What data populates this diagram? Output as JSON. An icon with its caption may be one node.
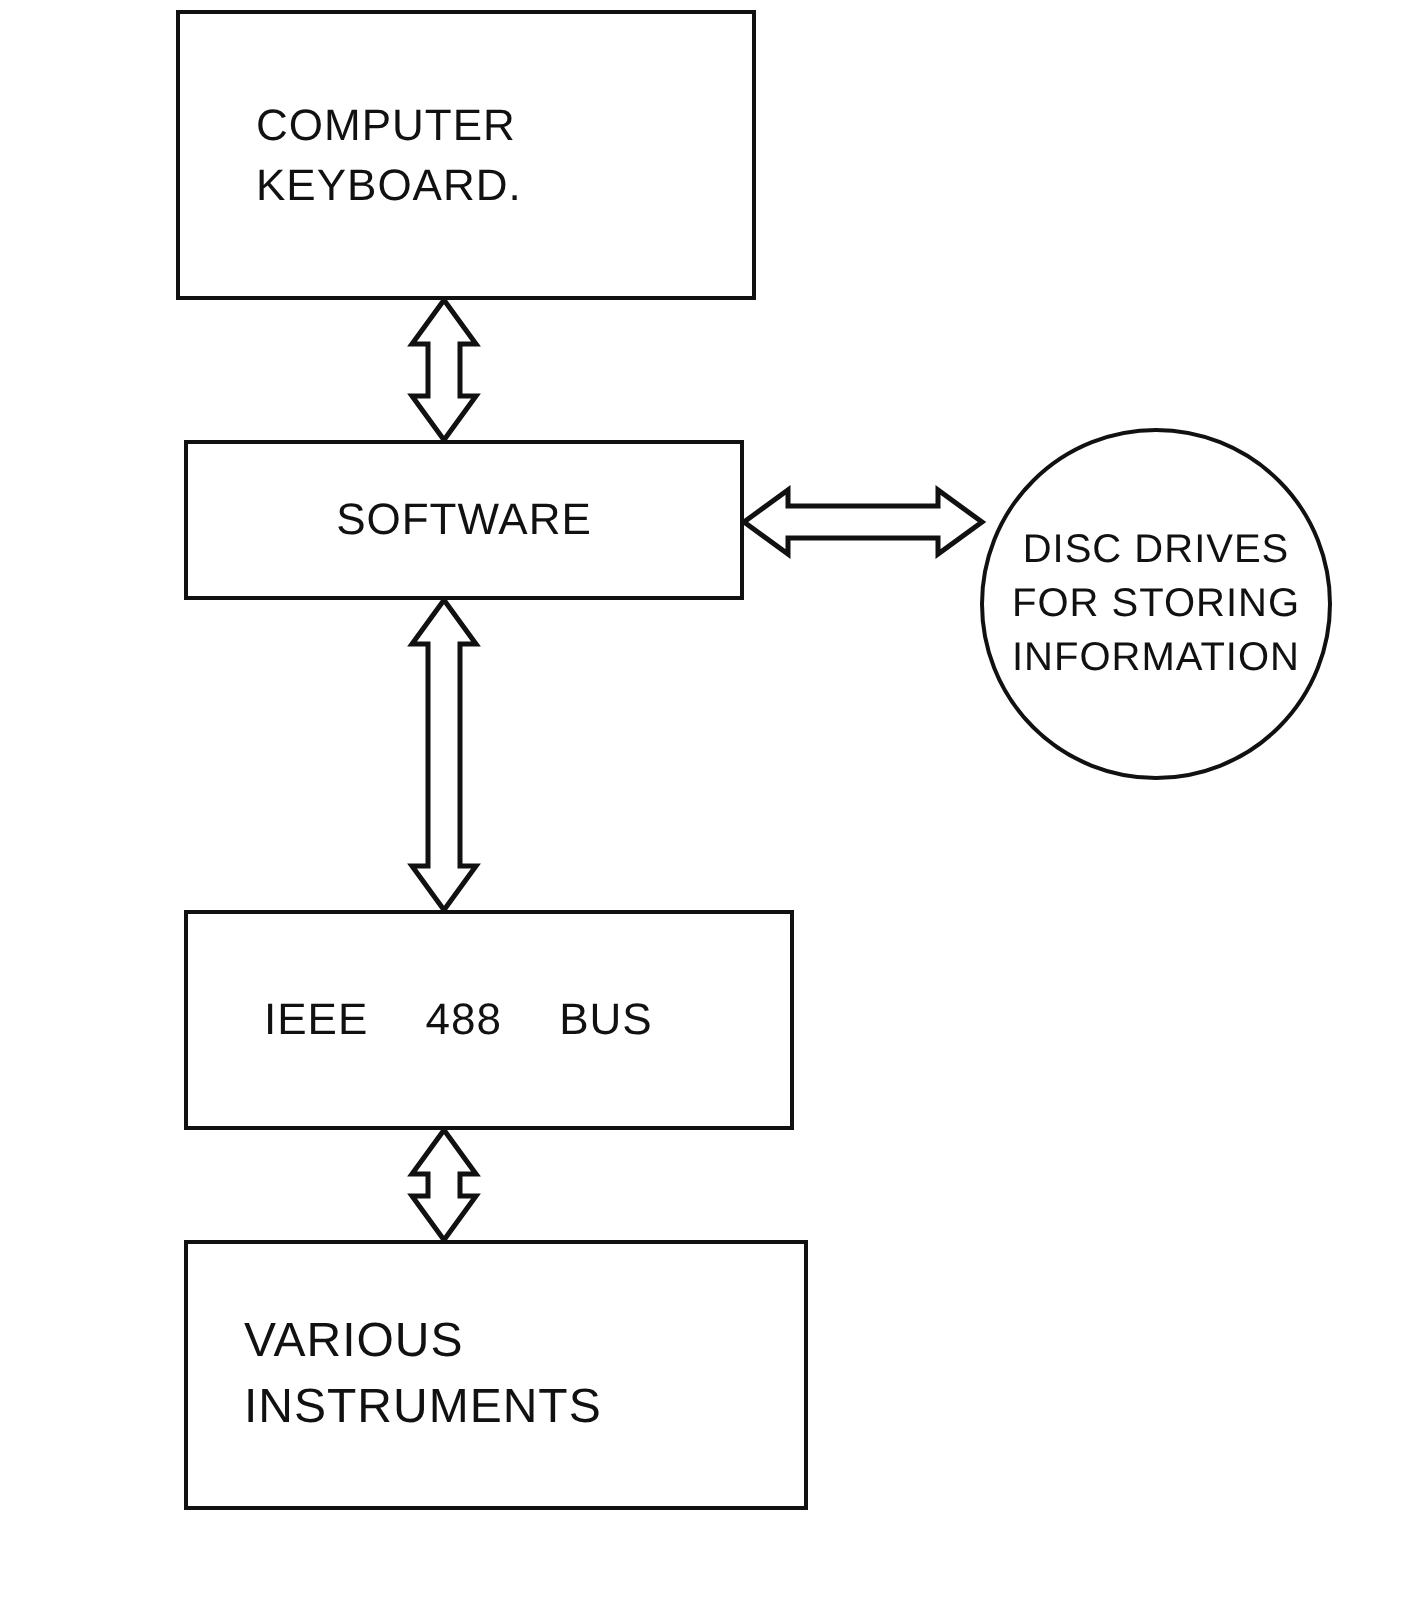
{
  "diagram": {
    "nodes": [
      {
        "text": [
          "COMPUTER KEYBOARD."
        ]
      },
      {
        "text": [
          "SOFTWARE"
        ]
      },
      {
        "text": [
          "DISC DRIVES FOR STORING INFORMATION"
        ]
      },
      {
        "text": [
          "IEEE 488 BUS"
        ]
      },
      {
        "text": [
          "VARIOUS INSTRUMENTS"
        ]
      }
    ],
    "edges": [
      {
        "from": 0,
        "to": 1,
        "arrow": "both"
      },
      {
        "from": 1,
        "to": 2,
        "arrow": "both"
      },
      {
        "from": 1,
        "to": 3,
        "arrow": "both"
      },
      {
        "from": 3,
        "to": 4,
        "arrow": "both"
      }
    ]
  }
}
